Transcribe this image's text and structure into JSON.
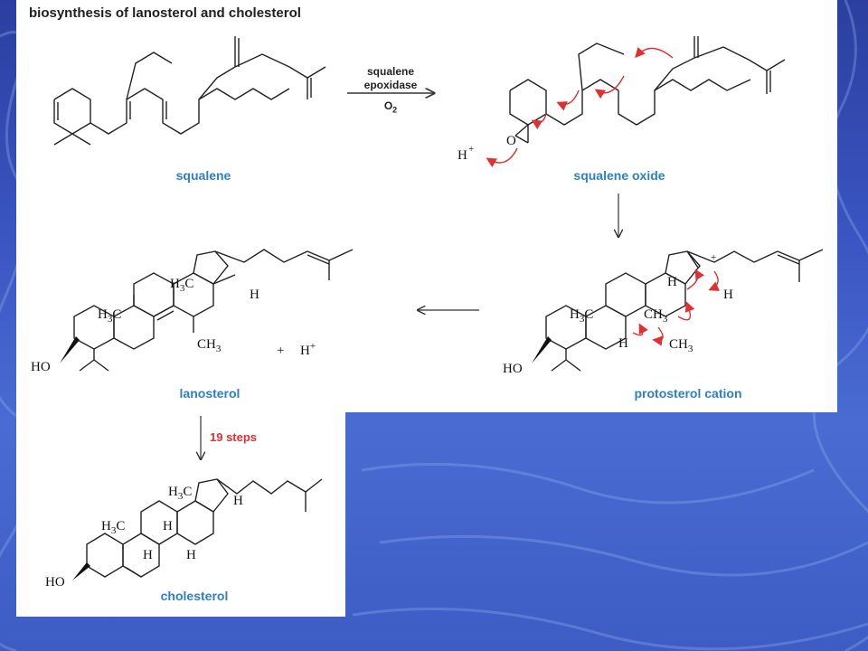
{
  "title": "biosynthesis of lanosterol and cholesterol",
  "compounds": {
    "squalene": "squalene",
    "squalene_oxide": "squalene oxide",
    "lanosterol": "lanosterol",
    "protosterol_cation": "protosterol cation",
    "cholesterol": "cholesterol"
  },
  "reaction": {
    "enzyme_line1": "squalene",
    "enzyme_line2": "epoxidase",
    "reagent": "O",
    "reagent_sub": "2",
    "steps": "19 steps"
  },
  "atoms": {
    "h_plus": "H",
    "plus_sup": "+",
    "o": "O",
    "h3c": "H",
    "c": "C",
    "ch": "CH",
    "three": "3",
    "h": "H",
    "ho": "HO",
    "plus": "+"
  },
  "colors": {
    "accent_blue": "#2f7fc8",
    "arrow_red": "#e03030",
    "background": "#3a54c0"
  }
}
